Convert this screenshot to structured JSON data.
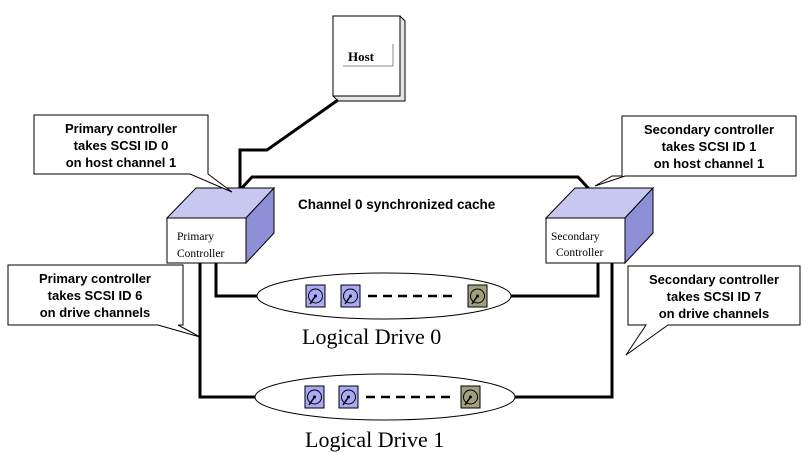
{
  "host": {
    "label": "Host"
  },
  "callouts": {
    "primary_host": [
      "Primary controller",
      "takes SCSI ID 0",
      "on host channel 1"
    ],
    "secondary_host": [
      "Secondary controller",
      "takes SCSI ID 1",
      "on host channel 1"
    ],
    "primary_drive": [
      "Primary controller",
      "takes SCSI ID 6",
      "on drive channels"
    ],
    "secondary_drive": [
      "Secondary controller",
      "takes SCSI ID 7",
      "on drive channels"
    ]
  },
  "cache_label": "Channel 0 synchronized cache",
  "controllers": {
    "primary": [
      "Primary",
      "Controller"
    ],
    "secondary": [
      "Secondary",
      "Controller"
    ]
  },
  "logical_drives": [
    {
      "label": "Logical Drive 0",
      "disk_colors": [
        "#a9a9f5",
        "#a9a9f5",
        "#a0a080"
      ]
    },
    {
      "label": "Logical Drive 1",
      "disk_colors": [
        "#a9a9f5",
        "#a9a9f5",
        "#a0a080"
      ]
    }
  ],
  "colors": {
    "box_top": "#c7c7f0",
    "box_side": "#8f8fd8",
    "blue_disk": "#a9a9f5",
    "gray_disk": "#a0a080"
  },
  "icons": [
    "hard-disk-icon"
  ]
}
